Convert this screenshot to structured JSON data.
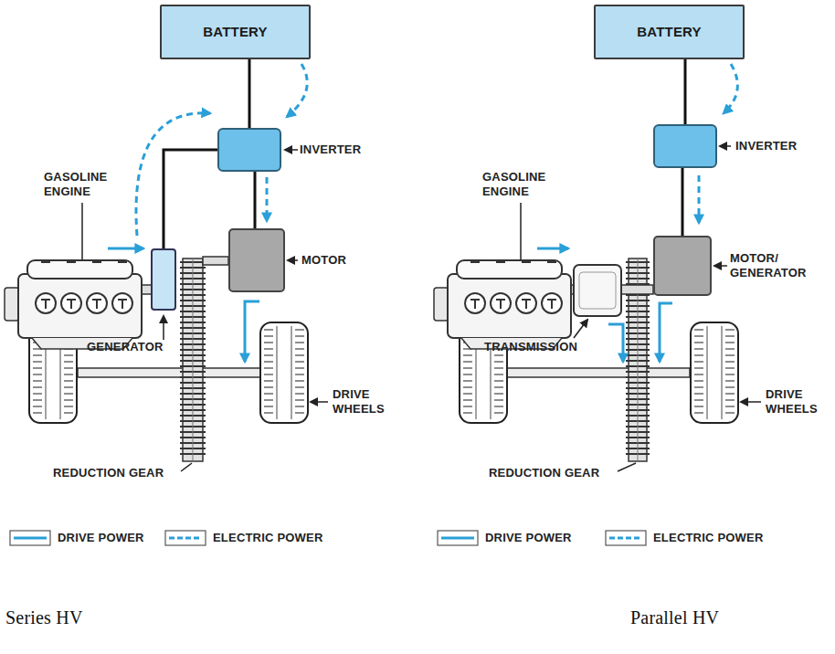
{
  "diagram": {
    "nodes": [
      {
        "text": [
          "BATTERY"
        ]
      },
      {
        "text": [
          "INVERTER"
        ]
      },
      {
        "text": [
          "GENERATOR"
        ]
      },
      {
        "text": [
          "MOTOR"
        ]
      },
      {
        "text": [
          "BATTERY"
        ]
      },
      {
        "text": [
          "INVERTER"
        ]
      },
      {
        "text": [
          "MOTOR/ GENERATOR"
        ]
      }
    ],
    "edges": [
      {
        "from": 0,
        "to": 1,
        "arrow": "none"
      },
      {
        "from": 2,
        "to": 1,
        "arrow": "none"
      },
      {
        "from": 1,
        "to": 3,
        "arrow": "none"
      },
      {
        "from": 4,
        "to": 5,
        "arrow": "none"
      },
      {
        "from": 5,
        "to": 6,
        "arrow": "none"
      }
    ],
    "labels": [
      "GASOLINE ENGINE",
      "DRIVE WHEELS",
      "REDUCTION GEAR",
      "Series HV",
      "GASOLINE ENGINE",
      "TRANSMISSION",
      "DRIVE WHEELS",
      "REDUCTION GEAR",
      "Parallel HV"
    ],
    "legend": [
      {
        "text": "DRIVE POWER"
      },
      {
        "text": "ELECTRIC POWER"
      },
      {
        "text": "DRIVE POWER"
      },
      {
        "text": "ELECTRIC POWER"
      }
    ]
  }
}
